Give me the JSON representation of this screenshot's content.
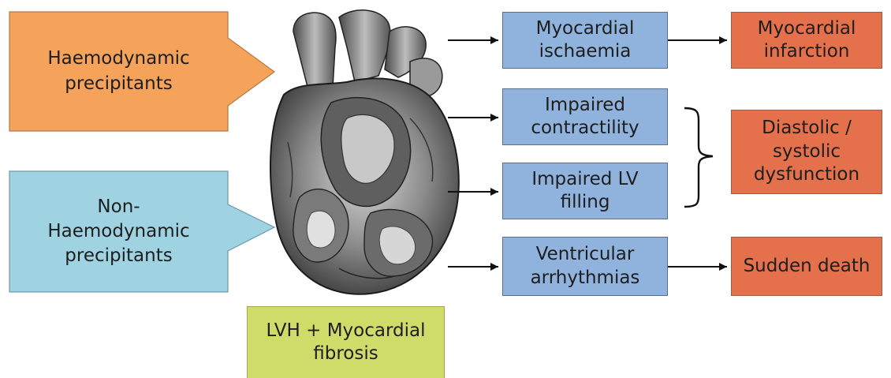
{
  "inputs": {
    "haemodynamic": "Haemodynamic\nprecipitants",
    "non_haemodynamic": "Non-\nHaemodynamic\nprecipitants"
  },
  "substrate": "LVH + Myocardial\nfibrosis",
  "mechanisms": {
    "ischaemia": "Myocardial\nischaemia",
    "contractility": "Impaired\ncontractility",
    "filling": "Impaired LV\nfilling",
    "arrhythmias": "Ventricular\narrhythmias"
  },
  "outcomes": {
    "infarction": "Myocardial\ninfarction",
    "dysfunction": "Diastolic /\nsystolic\ndysfunction",
    "sudden_death": "Sudden death"
  },
  "colors": {
    "orange": "#f5a35b",
    "light_blue": "#9fd3e2",
    "blue": "#8fb3dd",
    "red": "#e4714b",
    "green": "#cfdc6a"
  },
  "icons": [
    "heart-anatomy-illustration"
  ]
}
